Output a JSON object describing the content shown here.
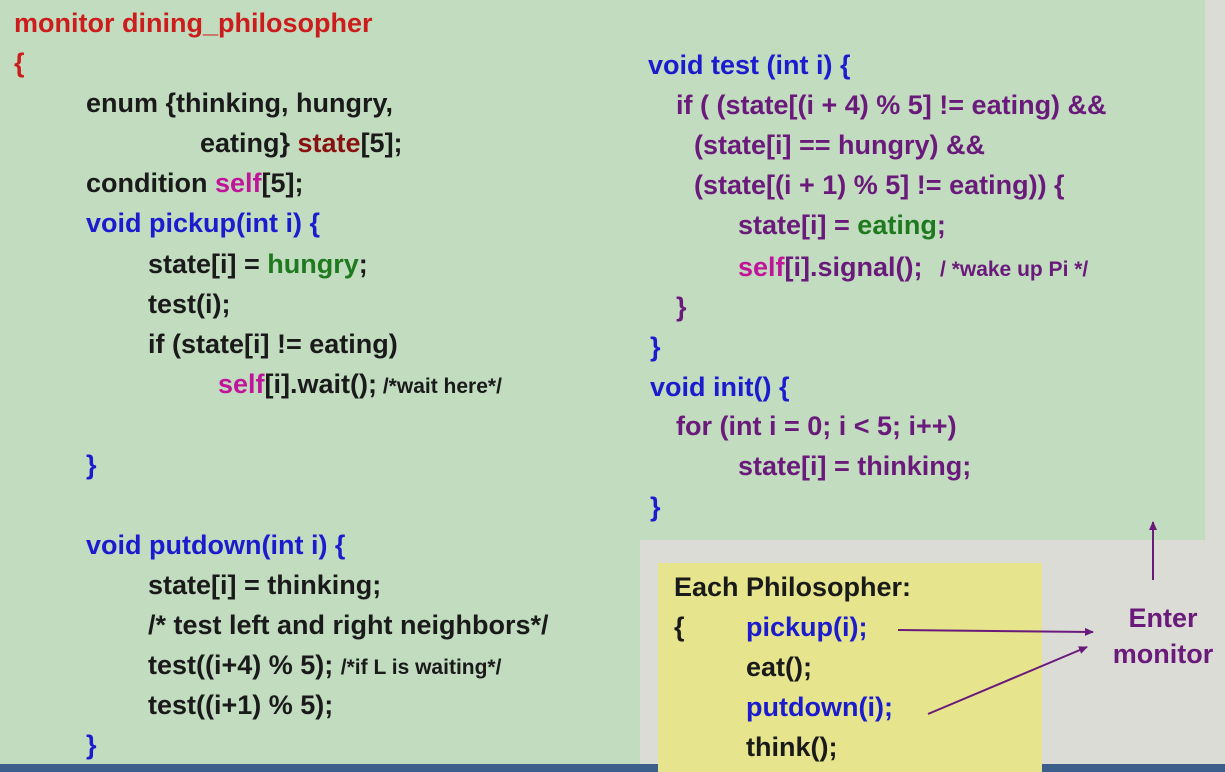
{
  "code": {
    "title": "monitor dining_philosopher",
    "open_brace": "{",
    "enum_line1": "enum {thinking, hungry,",
    "enum_line2_a": "eating} ",
    "enum_line2_b": "state",
    "enum_line2_c": "[5];",
    "cond_a": "condition ",
    "cond_b": "self",
    "cond_c": "[5];",
    "pickup_sig": "void pickup(int i) {",
    "pickup_l1_a": "state[i] = ",
    "pickup_l1_b": "hungry",
    "pickup_l1_c": ";",
    "pickup_l2": "test(i);",
    "pickup_l3": "if (state[i] != eating)",
    "pickup_l4_a": "self",
    "pickup_l4_b": "[i].wait();",
    "pickup_l4_c": " /*wait here*/",
    "pickup_close": "}",
    "putdown_sig": "void putdown(int i) {",
    "putdown_l1": "state[i] = thinking;",
    "putdown_l2": "/* test left and right neighbors*/",
    "putdown_l3_a": "test((i+4) % 5); ",
    "putdown_l3_b": "/*if L is waiting*/",
    "putdown_l4": "test((i+1) % 5);",
    "putdown_close": "}",
    "test_sig": "void test (int i) {",
    "test_l1": "if ( (state[(i + 4) % 5] != eating) &&",
    "test_l2": "(state[i] == hungry) &&",
    "test_l3": "(state[(i + 1) % 5] != eating)) {",
    "test_l4_a": "state[i] = ",
    "test_l4_b": "eating",
    "test_l4_c": ";",
    "test_l5_a": "self",
    "test_l5_b": "[i].signal();",
    "test_l5_c": "   / *wake up Pi */",
    "test_inner_close": "}",
    "test_close": "}",
    "init_sig": "void init() {",
    "init_l1": "for (int i = 0; i < 5; i++)",
    "init_l2": "state[i] = thinking;",
    "init_close": "}"
  },
  "philosopher_box": {
    "title": "Each Philosopher:",
    "brace": "{",
    "l1": "pickup(i);",
    "l2": "eat();",
    "l3": "putdown(i);",
    "l4": "think();"
  },
  "annotation": {
    "line1": "Enter",
    "line2": "monitor"
  },
  "colors": {
    "slide_background": "#c2dcc0",
    "box_background": "#e6e48c",
    "keyword_blue": "#1c1ccf",
    "title_red": "#cc1c1c",
    "body_purple": "#6a1a7a",
    "value_green": "#1f7a1f",
    "self_magenta": "#c0159a"
  }
}
